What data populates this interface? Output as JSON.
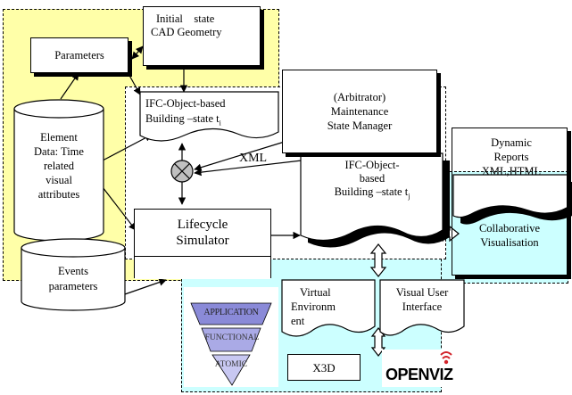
{
  "colors": {
    "yellow_region": "#FFFFA8",
    "cyan_region": "#CCFFFF",
    "simulator_bg": "#D9D9D9",
    "node_fill": "#C0C0C0",
    "pyramid_dark": "#8A8AD8",
    "pyramid_mid": "#AAAAE6",
    "pyramid_light": "#C8C8F2",
    "openviz_red": "#D2232A"
  },
  "boxes": {
    "initial_state": {
      "line1": "Initial    state",
      "line2": "CAD Geometry"
    },
    "parameters": "Parameters",
    "ifc_state_i": {
      "line1": "IFC-Object-based",
      "line2_prefix": "Building –state t",
      "line2_sub": "i"
    },
    "arbitrator": {
      "line1": "(Arbitrator)",
      "line2": "Maintenance",
      "line3": "State Manager"
    },
    "element_data": {
      "line1": "Element",
      "line2": "Data: Time",
      "line3": "related",
      "line4": "visual",
      "line5": "attributes"
    },
    "lifecycle_simulator": {
      "line1": "Lifecycle",
      "line2": "Simulator"
    },
    "xml_label": "XML",
    "ifc_state_j": {
      "line1": "IFC-Object-",
      "line2": "based",
      "line3_prefix": "Building –state t",
      "line3_sub": "j"
    },
    "dynamic_reports": {
      "line1": "Dynamic",
      "line2": "Reports",
      "line3": "XML,HTML"
    },
    "collaborative": {
      "line1": "Collaborative",
      "line2": "Visualisation"
    },
    "events": {
      "line1": "Events",
      "line2": "parameters"
    },
    "virtual_environment": {
      "line1": "Virtual",
      "line2": "Environm",
      "line3": "ent"
    },
    "visual_ui": {
      "line1": "Visual User",
      "line2": "Interface"
    },
    "x3d": "X3D"
  },
  "pyramid": {
    "top": "APPLICATION",
    "middle": "FUNCTIONAL",
    "bottom": "ATOMIC"
  },
  "logo": {
    "text": "OPENVIZ"
  }
}
